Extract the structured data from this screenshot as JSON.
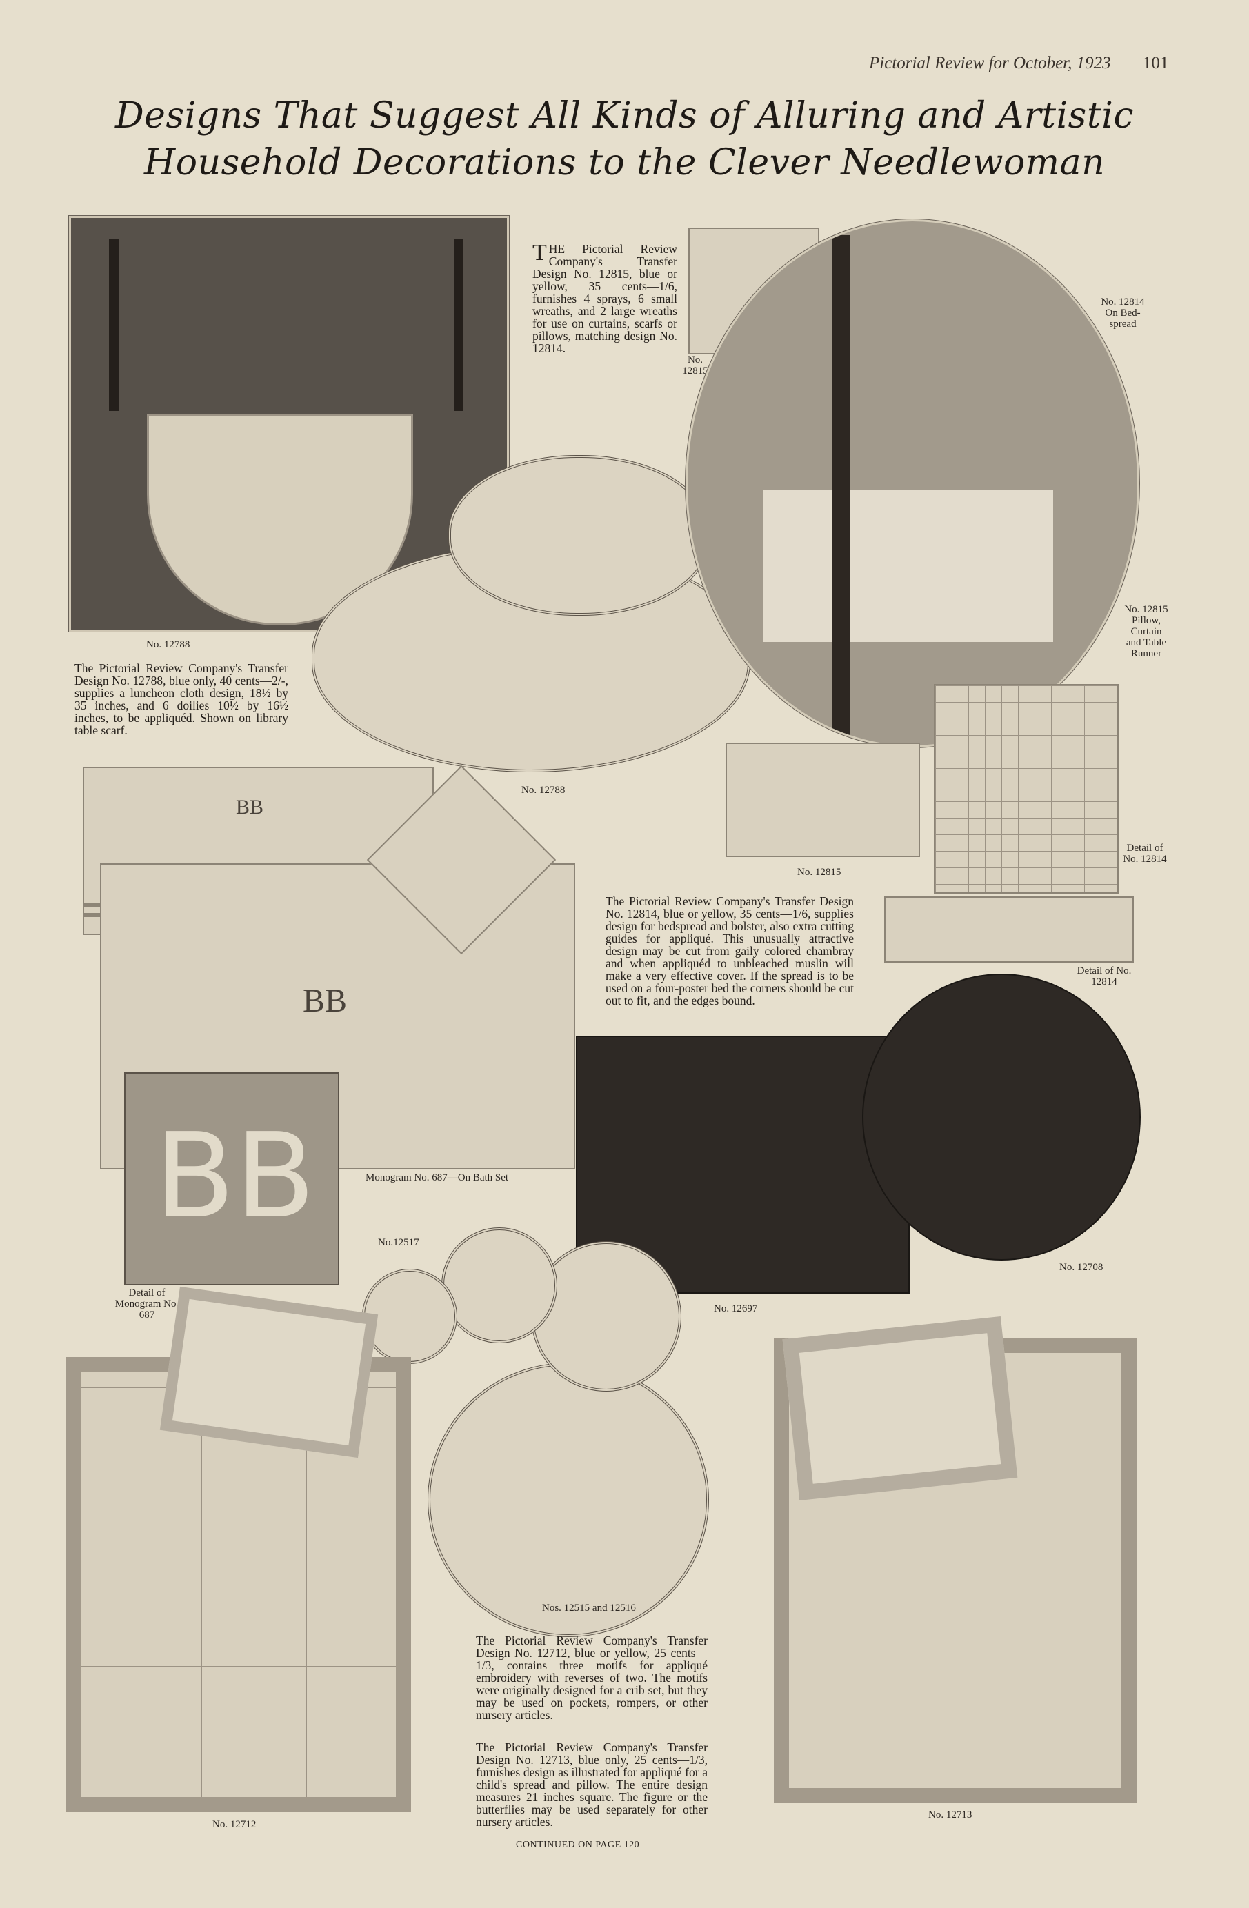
{
  "header": {
    "running_head": "Pictorial Review for October, 1923",
    "page_number": "101"
  },
  "title": {
    "line1": "Designs That Suggest All Kinds of Alluring and Artistic",
    "line2": "Household Decorations to the Clever Needlewoman"
  },
  "captions": {
    "c12788_photo": "No. 12788",
    "c12788_doilies": "No. 12788",
    "c12815_small": "No. 12815",
    "c12814_bed": "No. 12814 On Bed-spread",
    "c12815_pillow": "No. 12815 Pillow, Curtain and Table Runner",
    "c12815_runner": "No. 12815",
    "c12814_detail": "Detail of No. 12814",
    "c12814_detail2": "Detail of No. 12814",
    "c687": "Monogram No. 687—On Bath Set",
    "c687_detail": "Detail of Monogram No. 687",
    "c12517": "No.12517",
    "c12697": "No. 12697",
    "c12708": "No. 12708",
    "c12515_16": "Nos. 12515 and 12516",
    "c12712": "No. 12712",
    "c12713": "No. 12713"
  },
  "text": {
    "p12815_dropcap": "T",
    "p12815": "HE Pictorial Review Company's Transfer Design No. 12815, blue or yellow, 35 cents—1/6, furnishes 4 sprays, 6 small wreaths, and 2 large wreaths for use on curtains, scarfs or pillows, matching design No. 12814.",
    "p12788": "The Pictorial Review Company's Transfer Design No. 12788, blue only, 40 cents—2/-, supplies a luncheon cloth design, 18½ by 35 inches, and 6 doilies 10½ by 16½ inches, to be appliquéd. Shown on library table scarf.",
    "p12814": "The Pictorial Review Company's Transfer Design No. 12814, blue or yellow, 35 cents—1/6, supplies design for bedspread and bolster, also extra cutting guides for appliqué. This unusually attractive design may be cut from gaily colored chambray and when appliquéd to unbleached muslin will make a very effective cover. If the spread is to be used on a four-poster bed the corners should be cut out to fit, and the edges bound.",
    "p12712": "The Pictorial Review Company's Transfer Design No. 12712, blue or yellow, 25 cents—1/3, contains three motifs for appliqué embroidery with reverses of two. The motifs were originally designed for a crib set, but they may be used on pockets, rompers, or other nursery articles.",
    "p12713": "The Pictorial Review Company's Transfer Design No. 12713, blue only, 25 cents—1/3, furnishes design as illustrated for appliqué for a child's spread and pillow. The entire design measures 21 inches square. The figure or the butterflies may be used separately for other nursery articles.",
    "continued": "CONTINUED ON PAGE 120"
  },
  "monogram": "BB",
  "colors": {
    "paper": "#e6dfcd",
    "ink": "#2a2520",
    "photo_dark": "#57514a",
    "dark_cushion": "#2e2925"
  }
}
